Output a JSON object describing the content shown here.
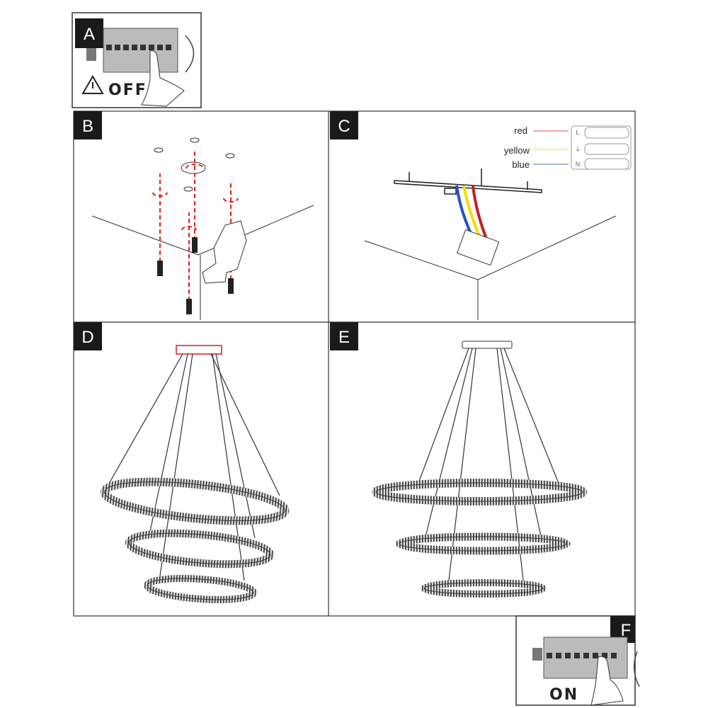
{
  "panels": {
    "a": {
      "label": "A",
      "status_text": "OFF"
    },
    "b": {
      "label": "B"
    },
    "c": {
      "label": "C",
      "wires": [
        {
          "name": "red",
          "color": "#d9534f"
        },
        {
          "name": "yellow",
          "color": "#f2e600"
        },
        {
          "name": "blue",
          "color": "#4a6fc7"
        }
      ],
      "terminal_marks": [
        "L",
        "⏚",
        "N"
      ]
    },
    "d": {
      "label": "D"
    },
    "e": {
      "label": "E"
    },
    "f": {
      "label": "F",
      "status_text": "ON"
    }
  }
}
